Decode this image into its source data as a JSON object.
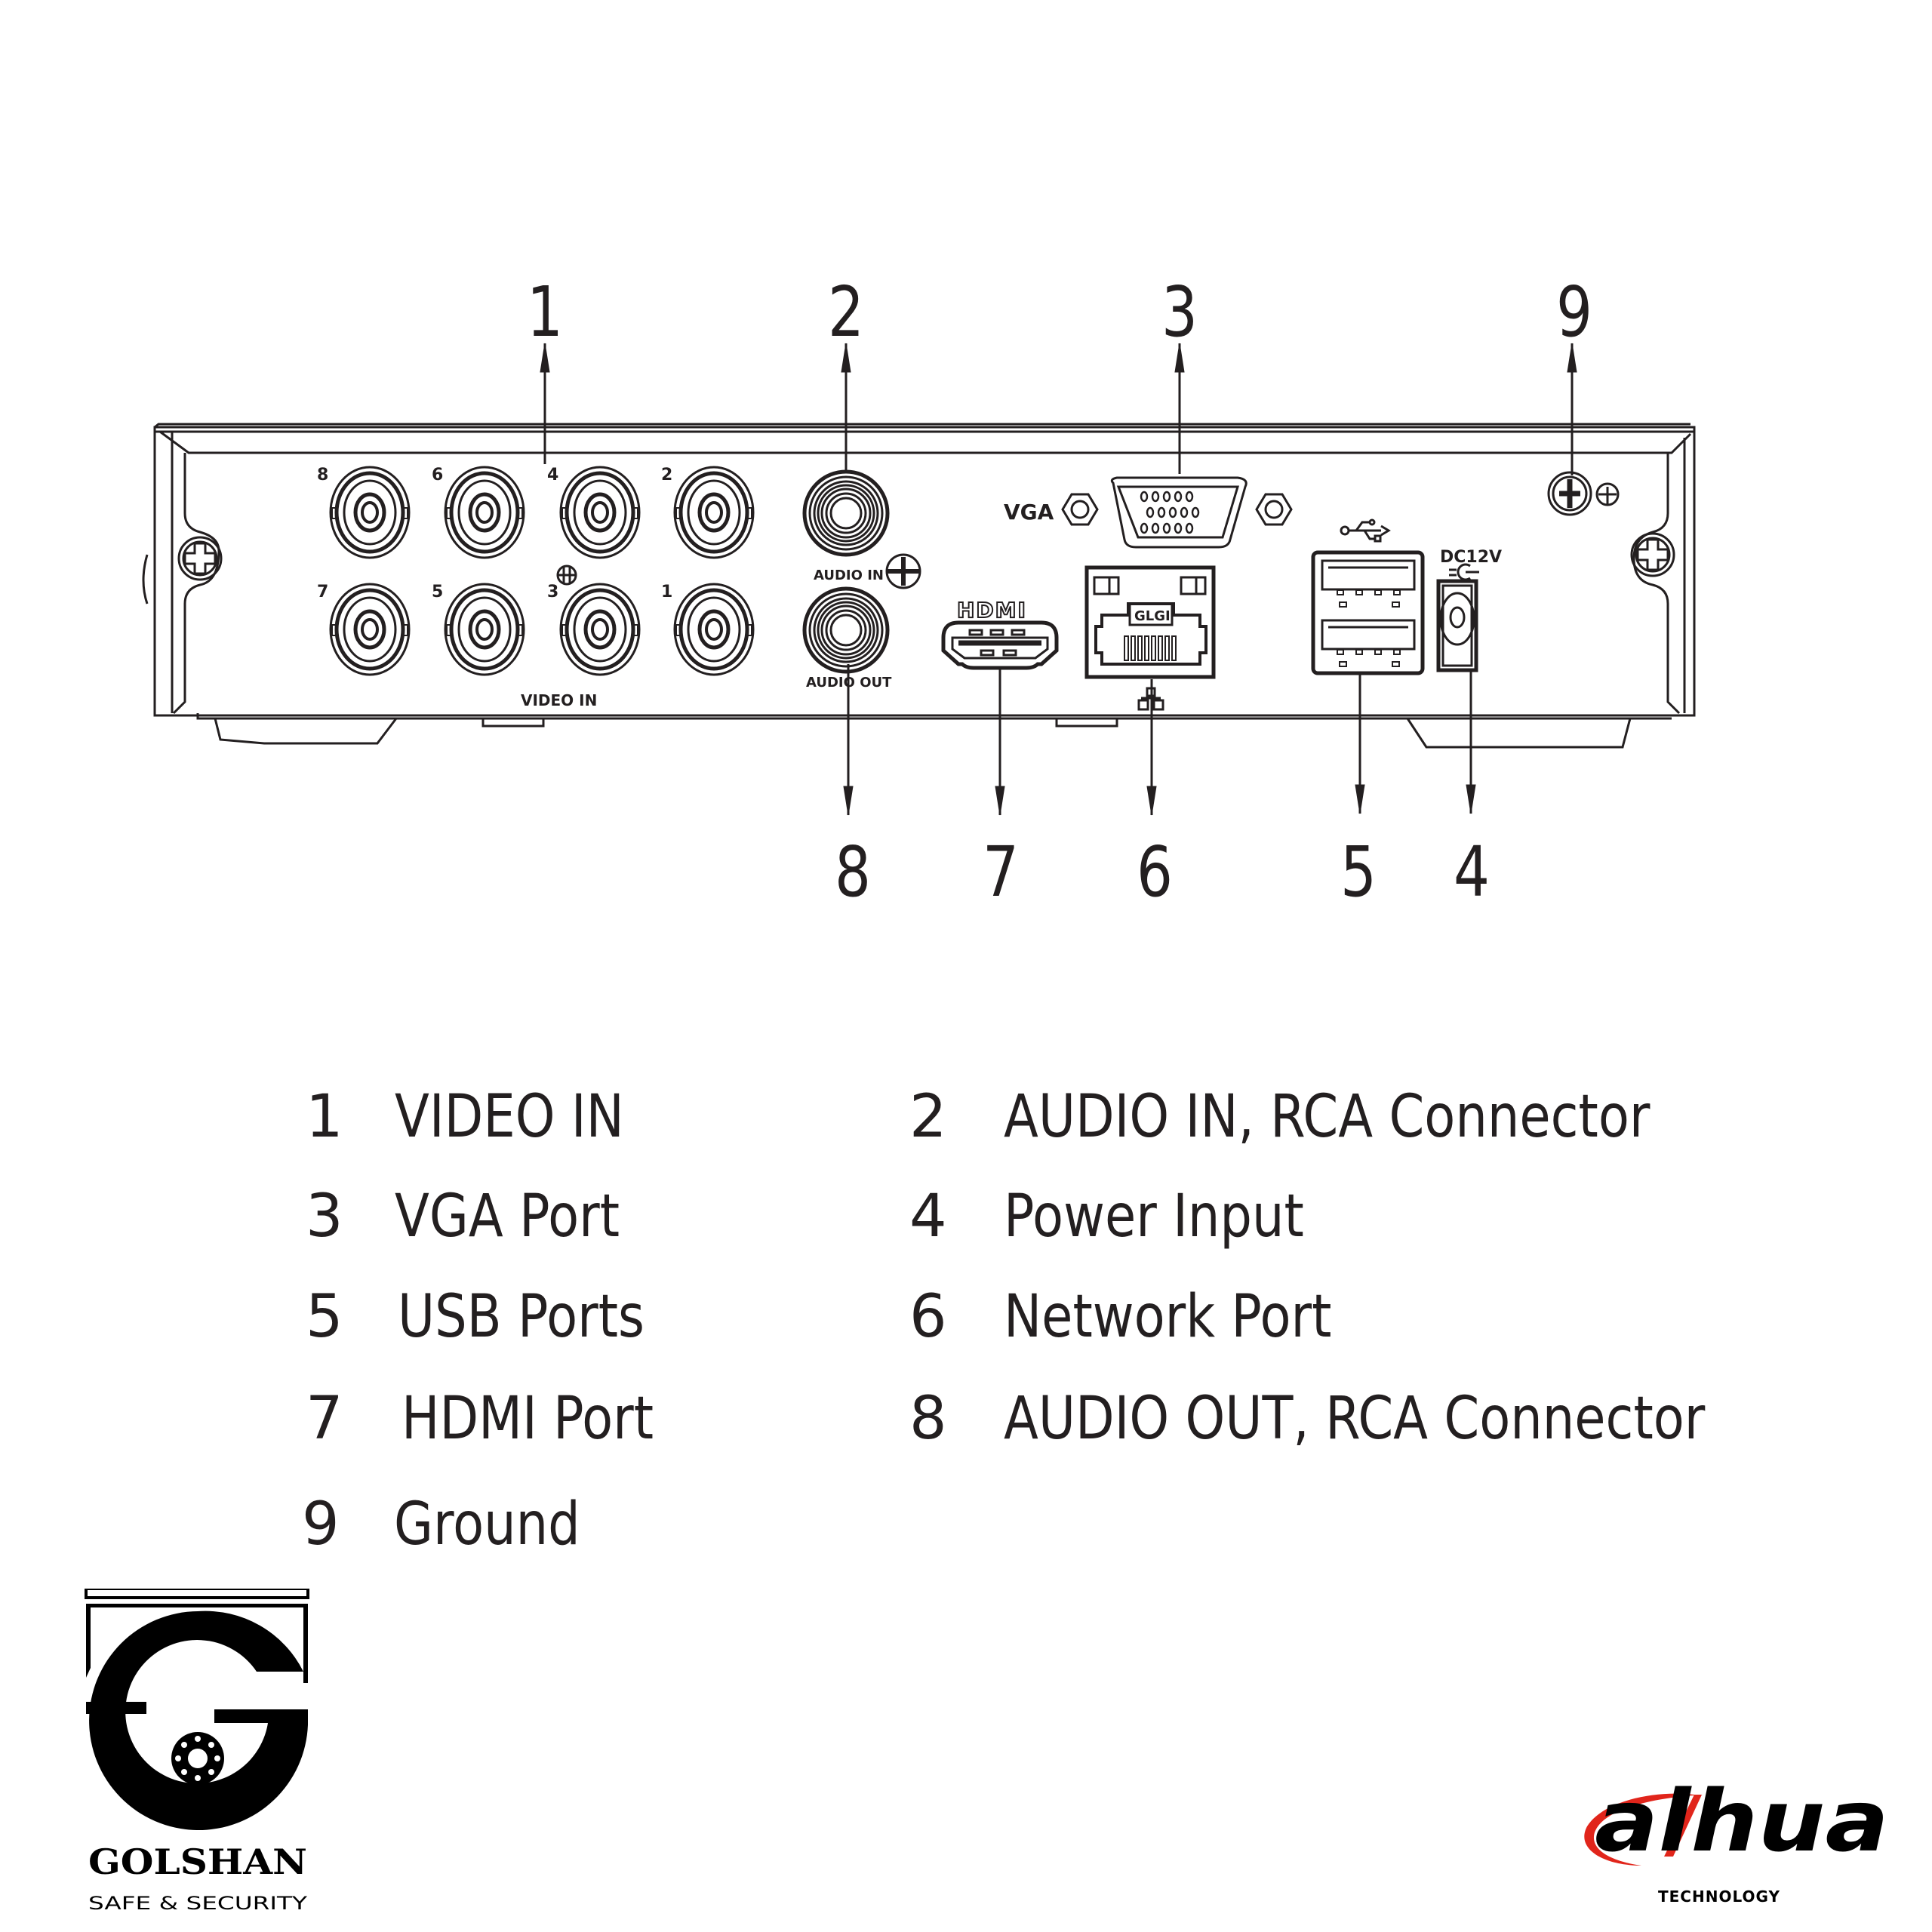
{
  "title": "DVR Rear Panel Diagram",
  "device_labels": {
    "video_in_channels_top": [
      "8",
      "6",
      "4",
      "2"
    ],
    "video_in_channels_bottom": [
      "7",
      "5",
      "3",
      "1"
    ],
    "video_in": "VIDEO IN",
    "audio_in": "AUDIO IN",
    "audio_out": "AUDIO OUT",
    "vga": "VGA",
    "hdmi": "HDMI",
    "network_badge": "GLGI",
    "power": "DC12V"
  },
  "callouts_top": [
    "1",
    "2",
    "3",
    "9"
  ],
  "callouts_bottom": [
    "8",
    "7",
    "6",
    "5",
    "4"
  ],
  "legend": [
    {
      "num": "1",
      "label": "VIDEO IN"
    },
    {
      "num": "2",
      "label": "AUDIO IN, RCA Connector"
    },
    {
      "num": "3",
      "label": "VGA Port"
    },
    {
      "num": "4",
      "label": "Power Input"
    },
    {
      "num": "5",
      "label": "USB Ports"
    },
    {
      "num": "6",
      "label": "Network Port"
    },
    {
      "num": "7",
      "label": "HDMI Port"
    },
    {
      "num": "8",
      "label": "AUDIO OUT, RCA Connector"
    },
    {
      "num": "9",
      "label": "Ground"
    }
  ],
  "logos": {
    "golshan_name": "GOLSHAN",
    "golshan_tagline": "SAFE & SECURITY",
    "dahua_name": "alhua",
    "dahua_sub": "TECHNOLOGY"
  },
  "colors": {
    "line": "#231f20",
    "dahua_red": "#e1251b",
    "background": "#ffffff"
  }
}
